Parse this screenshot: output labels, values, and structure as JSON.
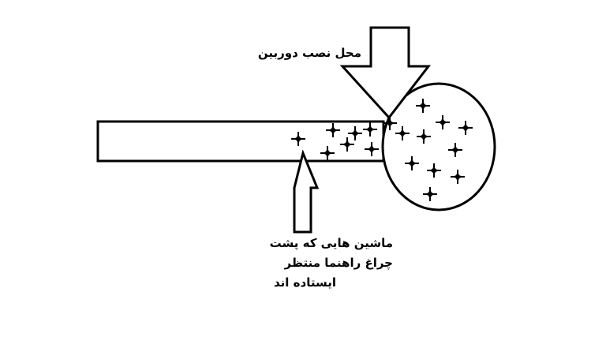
{
  "labels": {
    "camera_location": "محل نصب دوربین",
    "waiting_cars": [
      "ماشین هایی که پشت",
      "چراغ راهنما منتظر",
      "ایستاده اند"
    ]
  },
  "colors": {
    "stroke": "#000000",
    "background": "#ffffff"
  },
  "icons": {
    "car_marker": "plus-star-icon",
    "camera_arrow": "down-arrow-icon",
    "queue_arrow": "up-arrow-icon"
  }
}
